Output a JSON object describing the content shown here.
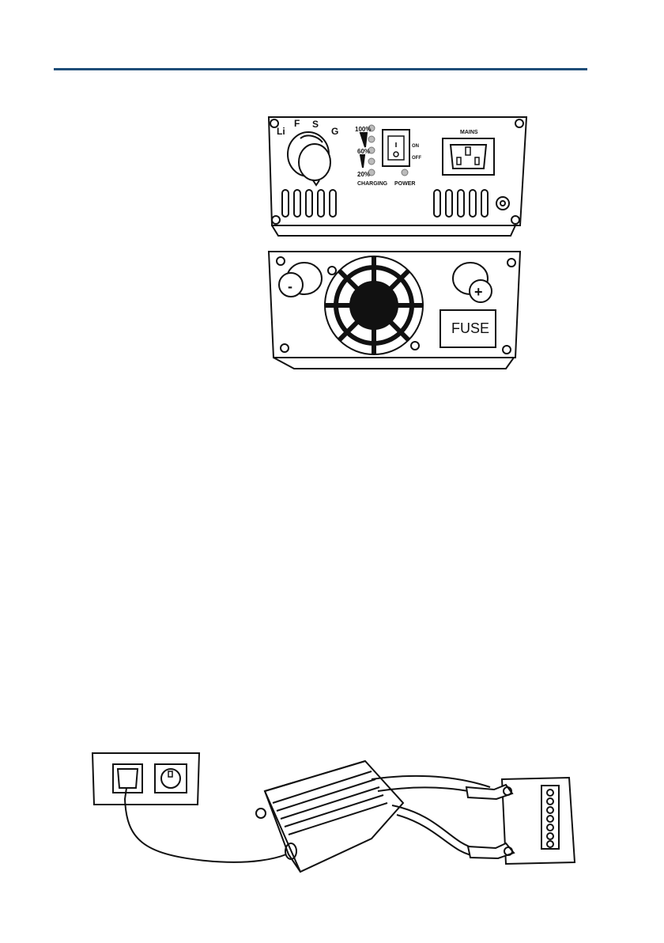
{
  "header": {
    "rule_color": "#1f4e79"
  },
  "front_panel": {
    "dial_labels": {
      "li": "Li",
      "f": "F",
      "s": "S",
      "g": "G"
    },
    "levels": {
      "l100": "100%",
      "l60": "60%",
      "l20": "20%"
    },
    "charging_label": "CHARGING",
    "switch_on": "ON",
    "switch_off": "OFF",
    "power_label": "POWER",
    "mains_label": "MAINS"
  },
  "rear_panel": {
    "negative_symbol": "-",
    "positive_symbol": "+",
    "fuse_label": "FUSE"
  },
  "connection_diagram": {
    "icons": [
      "wall-outlet-icon",
      "charger-icon",
      "battery-icon",
      "clamp-icon"
    ]
  }
}
